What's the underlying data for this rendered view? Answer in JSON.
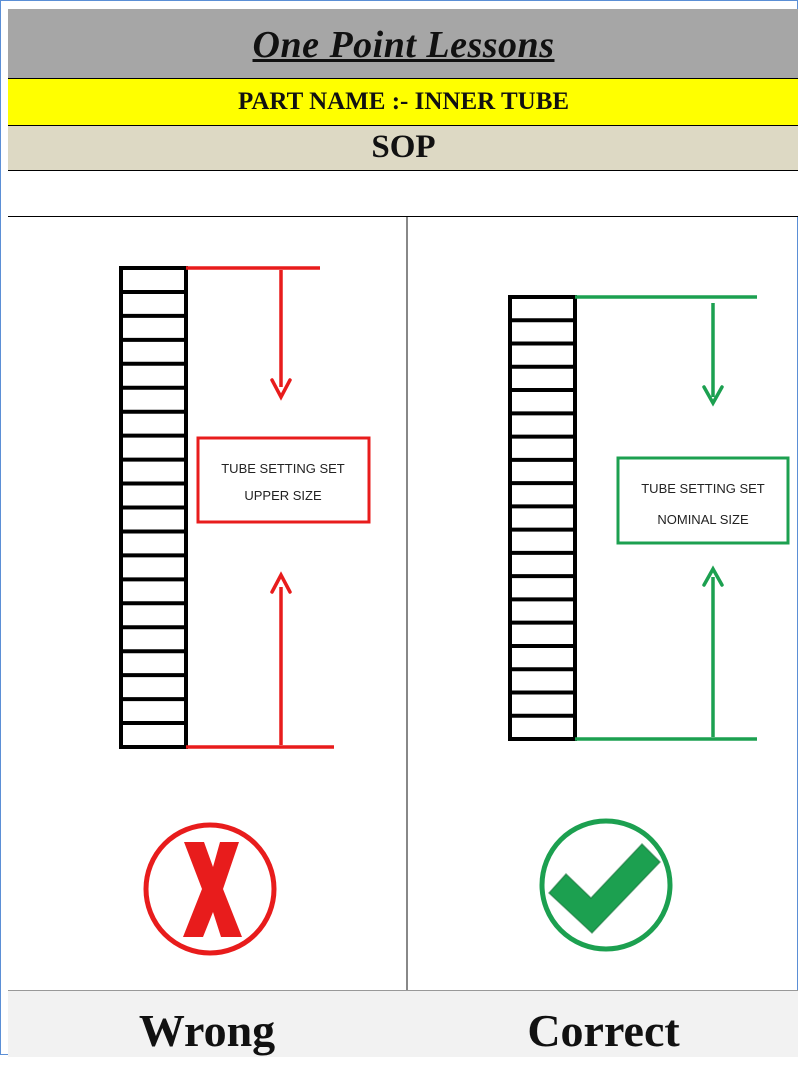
{
  "header": {
    "title": "One Point Lessons",
    "part_name": "PART NAME :- INNER TUBE",
    "section": "SOP"
  },
  "panels": {
    "wrong": {
      "box_line1": "TUBE SETTING SET",
      "box_line2": "UPPER SIZE",
      "status_label": "Wrong",
      "status_icon": "cross-icon",
      "color": "#e81c1c"
    },
    "correct": {
      "box_line1": "TUBE SETTING SET",
      "box_line2": "NOMINAL SIZE",
      "status_label": "Correct",
      "status_icon": "checkmark-icon",
      "color": "#1ca050"
    }
  }
}
